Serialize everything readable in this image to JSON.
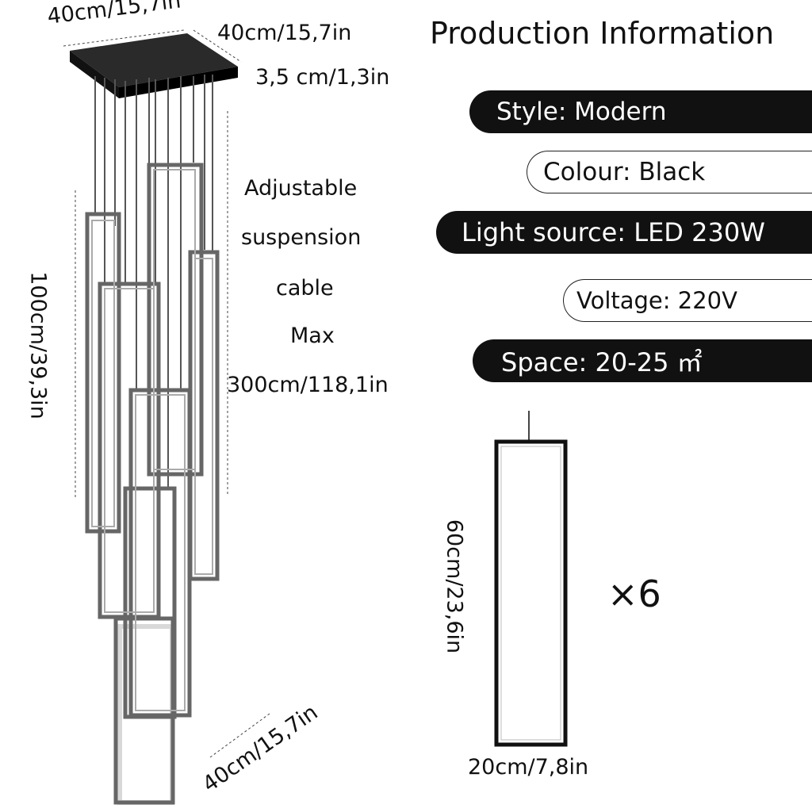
{
  "title": "Production Information",
  "specs": [
    {
      "label": "Style: Modern",
      "style": "dark"
    },
    {
      "label": "Colour: Black",
      "style": "light"
    },
    {
      "label": "Light source: LED 230W",
      "style": "dark"
    },
    {
      "label": "Voltage: 220V",
      "style": "light"
    },
    {
      "label": "Space: 20-25 ㎡",
      "style": "dark"
    }
  ],
  "dimensions": {
    "canopy_width": "40cm/15,7in",
    "canopy_depth": "40cm/15,7in",
    "canopy_height": "3,5 cm/1,3in",
    "fixture_height": "100cm/39,3in",
    "fixture_base": "40cm/15,7in",
    "cable_note": [
      "Adjustable",
      "suspension",
      "cable",
      "Max",
      "300cm/118,1in"
    ],
    "single_height": "60cm/23,6in",
    "single_width": "20cm/7,8in",
    "quantity": "×6"
  },
  "colors": {
    "accent": "#111111",
    "frame": "#555555"
  }
}
